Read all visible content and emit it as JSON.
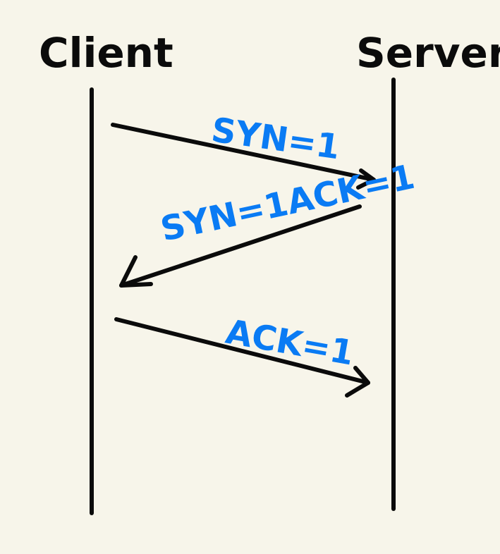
{
  "diagram": {
    "participants": {
      "client": {
        "label": "Client"
      },
      "server": {
        "label": "Server"
      }
    },
    "messages": [
      {
        "id": "msg1",
        "label": "SYN=1",
        "from": "Client",
        "to": "Server"
      },
      {
        "id": "msg2",
        "label": "SYN=1ACK=1",
        "from": "Server",
        "to": "Client"
      },
      {
        "id": "msg3",
        "label": "ACK=1",
        "from": "Client",
        "to": "Server"
      }
    ],
    "colors": {
      "background": "#f7f5ea",
      "ink": "#0b0b0b",
      "label_blue": "#0a7bf4"
    }
  }
}
